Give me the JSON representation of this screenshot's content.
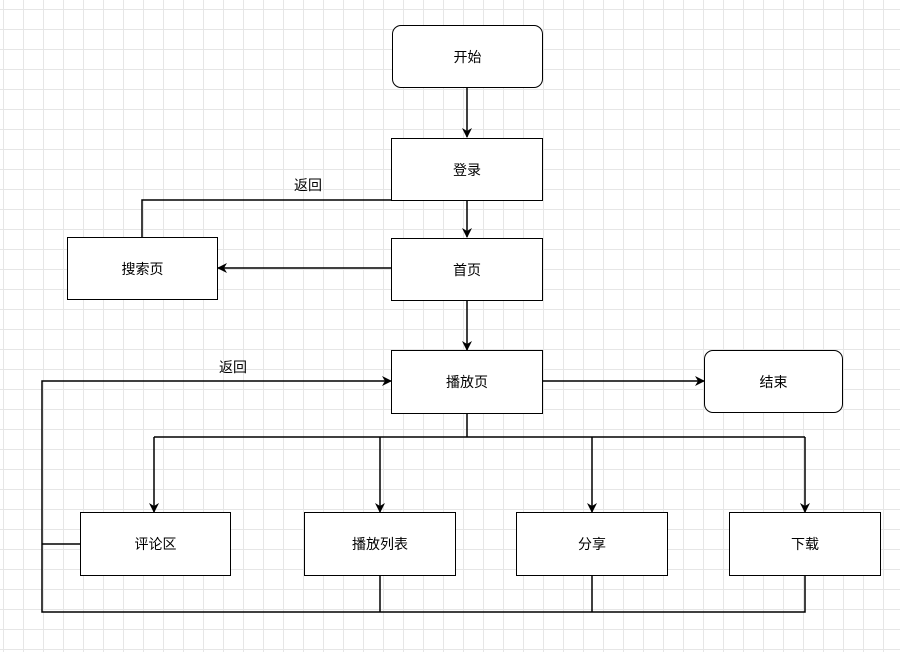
{
  "diagram": {
    "nodes": {
      "start": "开始",
      "login": "登录",
      "home": "首页",
      "search": "搜索页",
      "play": "播放页",
      "end": "结束",
      "comments": "评论区",
      "playlist": "播放列表",
      "share": "分享",
      "download": "下载"
    },
    "edge_labels": {
      "back_search": "返回",
      "back_play": "返回"
    }
  }
}
